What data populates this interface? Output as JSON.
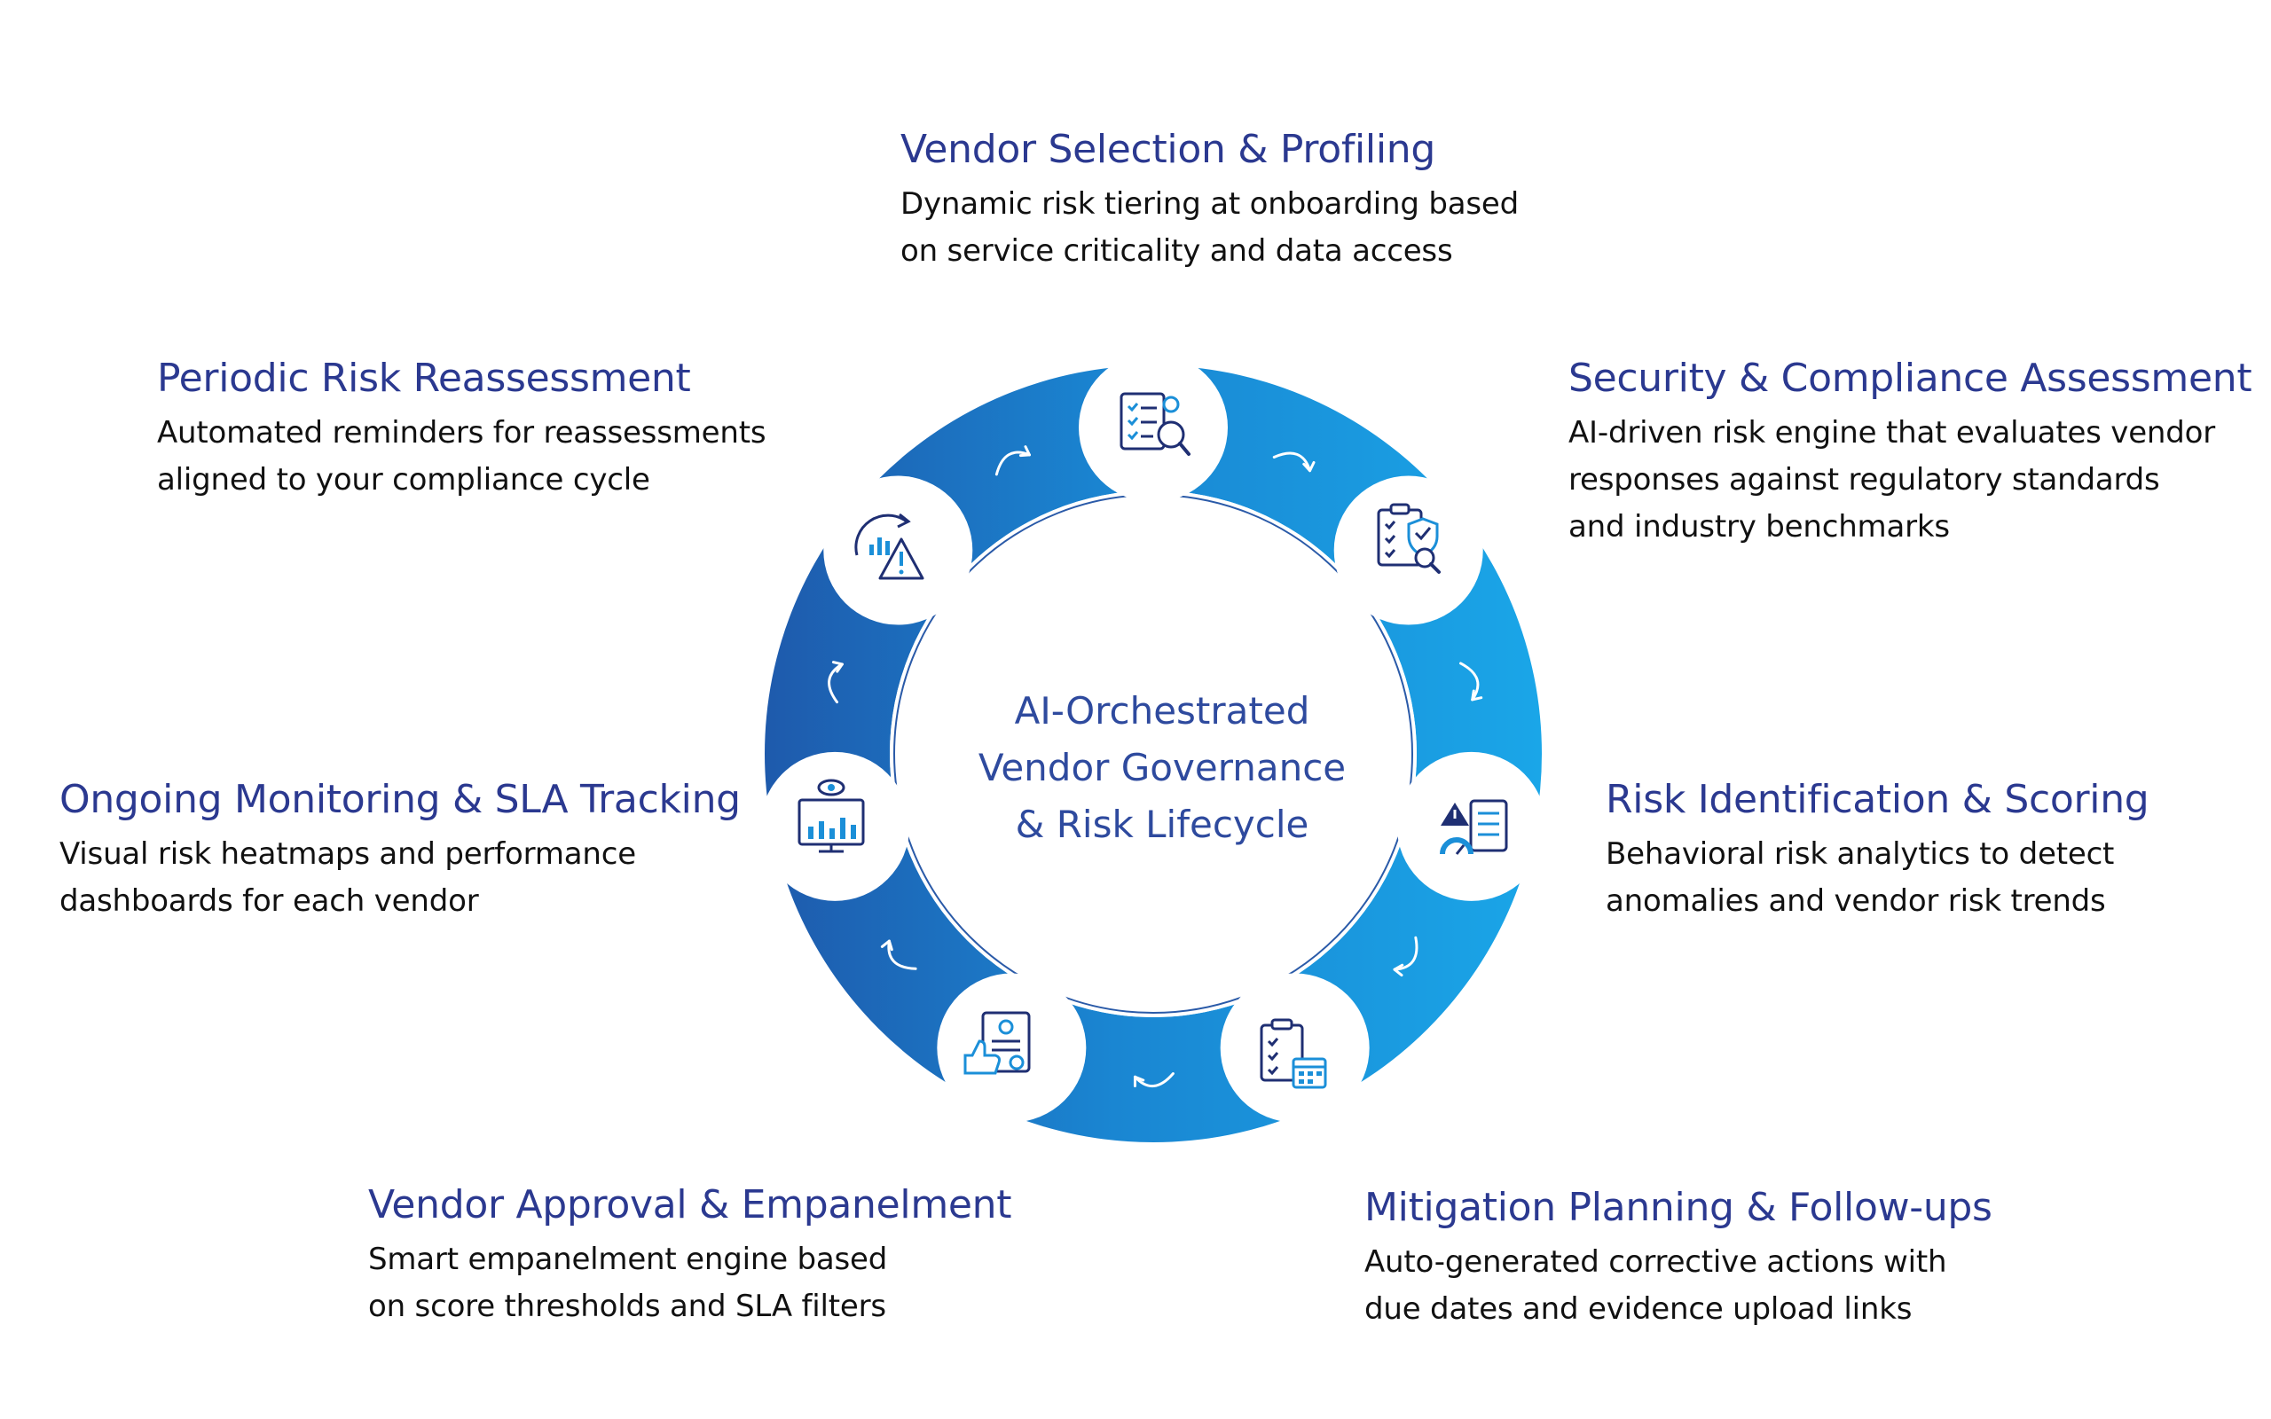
{
  "center": {
    "line1": "AI-Orchestrated",
    "line2": "Vendor Governance",
    "line3": "& Risk Lifecycle"
  },
  "steps": [
    {
      "title": "Vendor Selection & Profiling",
      "desc": [
        "Dynamic risk tiering at onboarding based",
        "on service criticality and data access"
      ],
      "icon": "checklist-user-search-icon"
    },
    {
      "title": "Security & Compliance Assessment",
      "desc": [
        "AI-driven risk engine that evaluates vendor",
        "responses against regulatory standards",
        "and industry benchmarks"
      ],
      "icon": "clipboard-shield-search-icon"
    },
    {
      "title": "Risk Identification & Scoring",
      "desc": [
        "Behavioral risk analytics to detect",
        "anomalies and vendor risk trends"
      ],
      "icon": "warning-gauge-document-icon"
    },
    {
      "title": "Mitigation Planning & Follow-ups",
      "desc": [
        "Auto-generated corrective actions with",
        "due dates and evidence upload links"
      ],
      "icon": "checklist-calendar-icon"
    },
    {
      "title": "Vendor Approval & Empanelment",
      "desc": [
        "Smart empanelment engine based",
        "on score thresholds and SLA filters"
      ],
      "icon": "thumbs-up-certificate-icon"
    },
    {
      "title": "Ongoing Monitoring & SLA Tracking",
      "desc": [
        "Visual risk heatmaps and performance",
        "dashboards for each vendor"
      ],
      "icon": "monitor-eye-chart-icon"
    },
    {
      "title": "Periodic Risk Reassessment",
      "desc": [
        "Automated reminders for reassessments",
        "aligned to your compliance cycle"
      ],
      "icon": "refresh-chart-warning-icon"
    }
  ],
  "colors": {
    "title": "#2b3990",
    "ring_light": "#1ba3e6",
    "ring_dark": "#1d5eaf",
    "icon_dark": "#1f2f73",
    "icon_blue": "#1b8fd8"
  }
}
